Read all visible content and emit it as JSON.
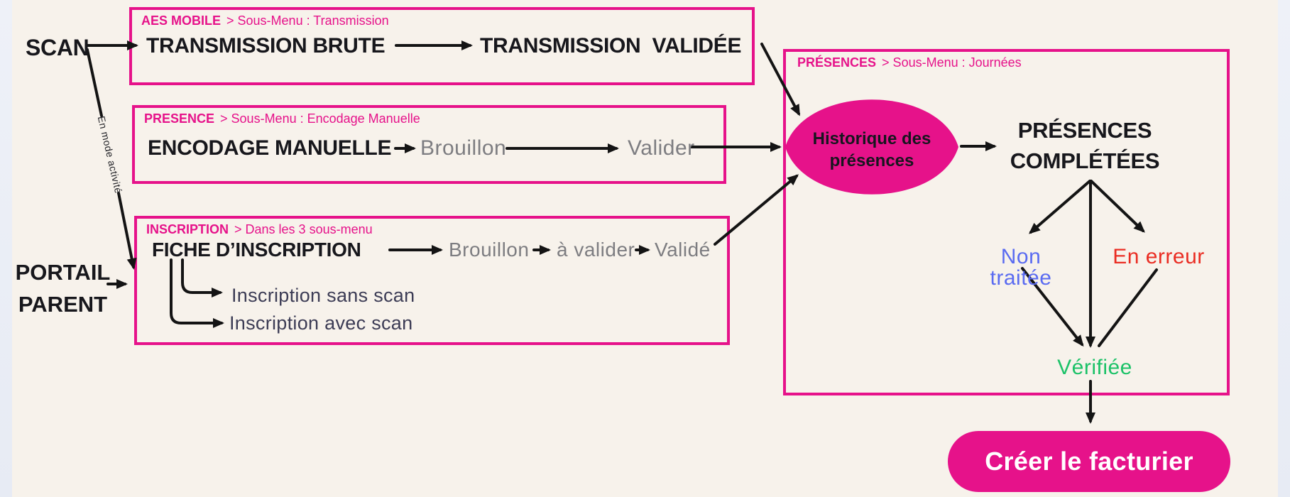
{
  "colors": {
    "pink": "#e6128a",
    "background": "#f7f2eb",
    "side_strip": "#e9ecf5",
    "text_black": "#17171c",
    "text_gray": "#7d7d81",
    "text_navy": "#3c3c55",
    "status_blue": "#5a6bf1",
    "status_red": "#ea2d23",
    "status_green": "#1cc268",
    "button_text": "#ffffff"
  },
  "scan": {
    "label": "SCAN"
  },
  "portail": {
    "line1": "PORTAIL",
    "line2": "PARENT"
  },
  "mode_note": "En mode activité",
  "aes_box": {
    "title": "AES MOBILE",
    "subtitle": "> Sous-Menu : Transmission",
    "transmission_brute": "TRANSMISSION BRUTE",
    "transmission_validee": "TRANSMISSION  VALIDÉE"
  },
  "presence_box": {
    "title": "PRESENCE",
    "subtitle": "> Sous-Menu : Encodage Manuelle",
    "encodage": "ENCODAGE MANUELLE",
    "brouillon": "Brouillon",
    "valider": "Valider"
  },
  "inscription_box": {
    "title": "INSCRIPTION",
    "subtitle": "> Dans les 3 sous-menu",
    "fiche": "FICHE D’INSCRIPTION",
    "brouillon": "Brouillon",
    "a_valider": "à valider",
    "valide": "Validé",
    "sans_scan": "Inscription sans scan",
    "avec_scan": "Inscription avec scan"
  },
  "presences_box": {
    "title": "PRÉSENCES",
    "subtitle": "> Sous-Menu : Journées",
    "historique_line1": "Historique des",
    "historique_line2": "présences",
    "completees_line1": "PRÉSENCES",
    "completees_line2": "COMPLÉTÉES",
    "non_traitee": "Non traitée",
    "en_erreur": "En erreur",
    "verifiee": "Vérifiée"
  },
  "facturier_button": {
    "label": "Créer le facturier"
  }
}
